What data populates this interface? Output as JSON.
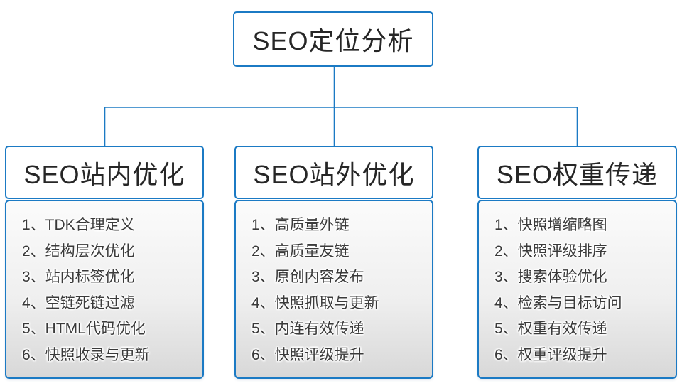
{
  "diagram_title": "SEO定位分析",
  "colors": {
    "accent_border": "#1b7ac4",
    "connector": "#1b7ac4",
    "header_text": "#262626",
    "item_text": "#3a3a3a",
    "panel_gradient_top": "#fbfbfb",
    "panel_gradient_bottom": "#d8d8d8",
    "node_background": "#ffffff"
  },
  "root": {
    "title": "SEO定位分析"
  },
  "columns": [
    {
      "title": "SEO站内优化",
      "items": [
        "1、TDK合理定义",
        "2、结构层次优化",
        "3、站内标签优化",
        "4、空链死链过滤",
        "5、HTML代码优化",
        "6、快照收录与更新"
      ]
    },
    {
      "title": "SEO站外优化",
      "items": [
        "1、高质量外链",
        "2、高质量友链",
        "3、原创内容发布",
        "4、快照抓取与更新",
        "5、内连有效传递",
        "6、快照评级提升"
      ]
    },
    {
      "title": "SEO权重传递",
      "items": [
        "1、快照增缩略图",
        "2、快照评级排序",
        "3、搜索体验优化",
        "4、检索与目标访问",
        "5、权重有效传递",
        "6、权重评级提升"
      ]
    }
  ]
}
